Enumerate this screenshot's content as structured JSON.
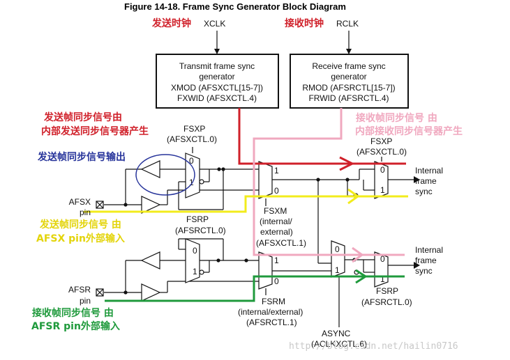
{
  "title": "Figure 14-18. Frame Sync Generator Block Diagram",
  "clocks": {
    "xclk_cn": "发送时钟",
    "xclk": "XCLK",
    "rclk_cn": "接收时钟",
    "rclk": "RCLK"
  },
  "tx_gen": {
    "line1": "Transmit frame sync",
    "line2": "generator",
    "line3": "XMOD (AFSXCTL[15-7])",
    "line4": "FXWID (AFSXCTL.4)"
  },
  "rx_gen": {
    "line1": "Receive frame sync",
    "line2": "generator",
    "line3": "RMOD (AFSRCTL[15-7])",
    "line4": "FRWID (AFSRCTL.4)"
  },
  "annotations": {
    "red_1": "发送帧同步信号由",
    "red_2": "内部发送同步信号器产生",
    "pink_1": "接收帧同步信号 由",
    "pink_2": "内部接收同步信号器产生",
    "blue": "发送帧同步信号输出",
    "yellow_1": "发送帧同步信号 由",
    "yellow_2": "AFSX pin外部输入",
    "green_1": "接收帧同步信号 由",
    "green_2": "AFSR pin外部输入"
  },
  "labels": {
    "fsxp_left": "FSXP",
    "afsxctl0_left": "(AFSXCTL.0)",
    "fsxp_right": "FSXP",
    "afsxctl0_right": "(AFSXCTL.0)",
    "afsx": "AFSX",
    "pin_x": "pin",
    "fsrp_mid": "FSRP",
    "afsrctl0_mid": "(AFSRCTL.0)",
    "fsxm": "FSXM",
    "fsxm_1": "(internal/",
    "fsxm_2": "external)",
    "fsxm_3": "(AFSXCTL.1)",
    "afsr": "AFSR",
    "pin_r": "pin",
    "fsrm": "FSRM",
    "fsrm_1": "(internal/external)",
    "fsrm_2": "(AFSRCTL.1)",
    "async": "ASYNC",
    "async_reg": "(ACLKXCTL.6)",
    "fsrp_right": "FSRP",
    "afsrctl0_right": "(AFSRCTL.0)",
    "internal_1": "Internal",
    "frame_1": "frame",
    "sync_1": "sync",
    "internal_2": "Internal",
    "frame_2": "frame",
    "sync_2": "sync",
    "mux0": "0",
    "mux1": "1"
  },
  "watermark": "http://blog.csdn.net/hailin0716",
  "colors": {
    "red": "#d0202a",
    "pink": "#f0a8bf",
    "blue": "#26339a",
    "yellow": "#f2ec1c",
    "green": "#1f9a3c"
  }
}
